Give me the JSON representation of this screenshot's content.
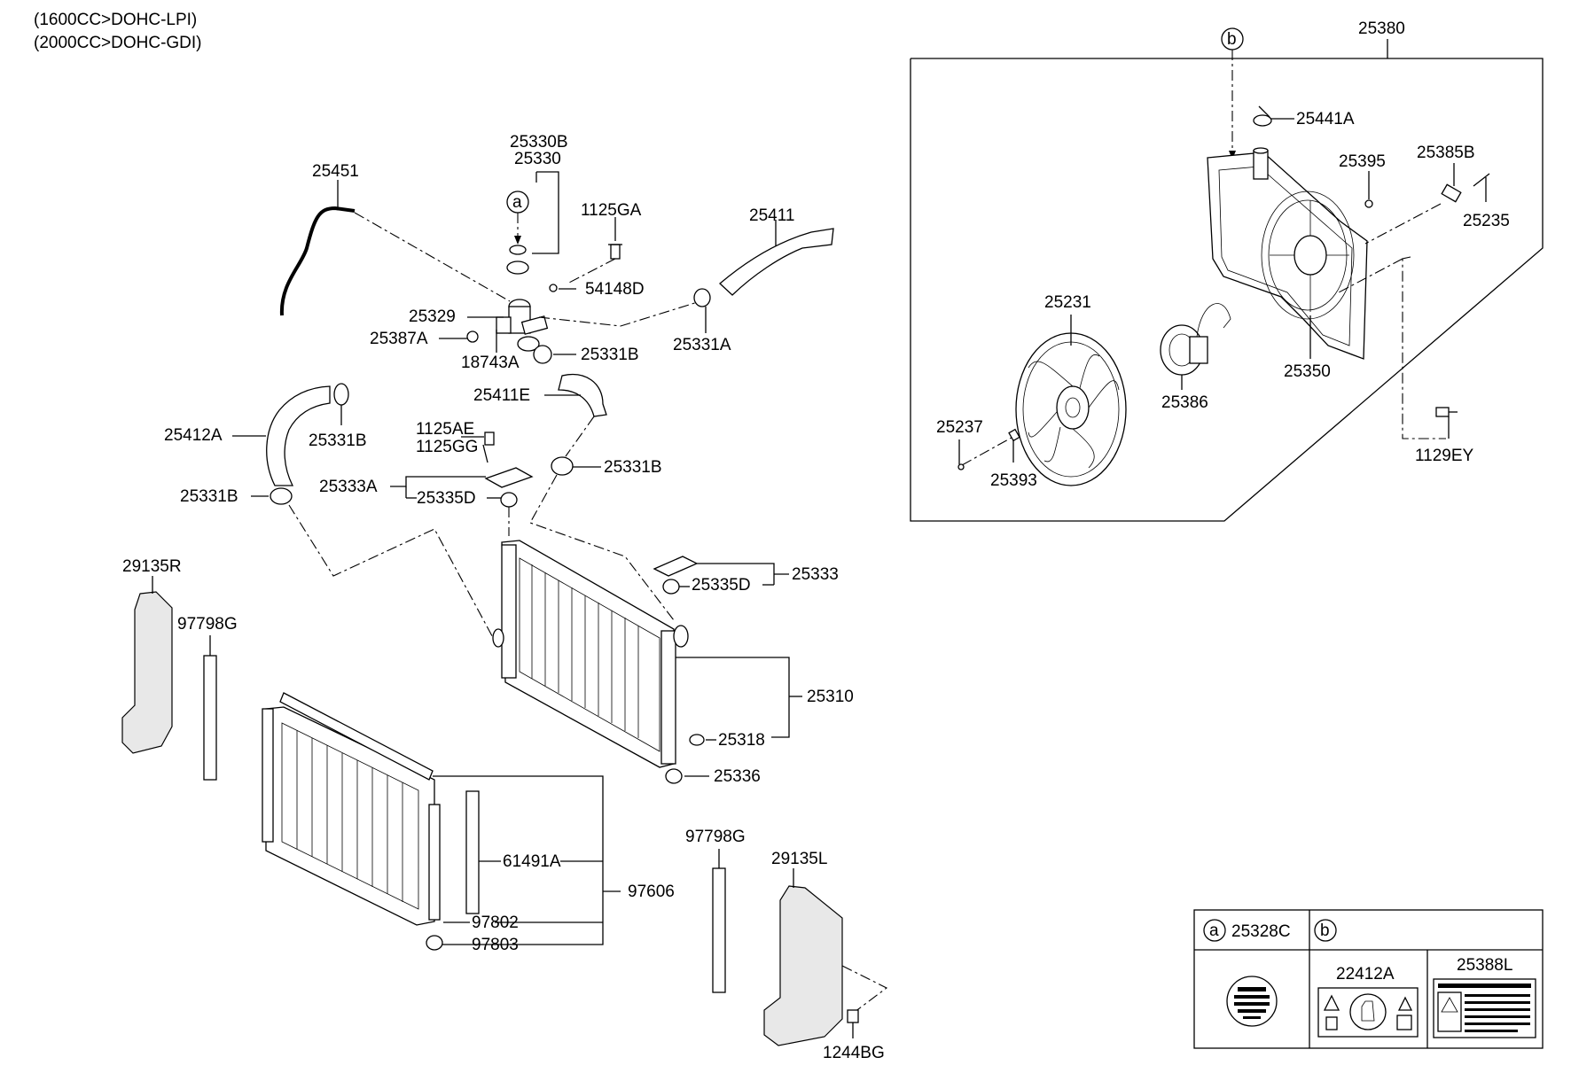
{
  "header": {
    "line1": "(1600CC>DOHC-LPI)",
    "line2": "(2000CC>DOHC-GDI)"
  },
  "labels": {
    "p25380": "25380",
    "p25441A": "25441A",
    "p25395": "25395",
    "p25385B": "25385B",
    "p25235": "25235",
    "p25231": "25231",
    "p25350": "25350",
    "p25386": "25386",
    "p25237": "25237",
    "p25393": "25393",
    "p1129EY": "1129EY",
    "p25330B": "25330B",
    "p25330": "25330",
    "p25451": "25451",
    "p1125GA": "1125GA",
    "p25411": "25411",
    "p54148D": "54148D",
    "p25329": "25329",
    "p25387A": "25387A",
    "p18743A": "18743A",
    "p25331B_a": "25331B",
    "p25331A": "25331A",
    "p25411E": "25411E",
    "p25412A": "25412A",
    "p25331B_b": "25331B",
    "p1125AE": "1125AE",
    "p1125GG": "1125GG",
    "p25331B_c": "25331B",
    "p25333A": "25333A",
    "p25335D_a": "25335D",
    "p25331B_d": "25331B",
    "p29135R": "29135R",
    "p97798G_a": "97798G",
    "p25333": "25333",
    "p25335D_b": "25335D",
    "p25310": "25310",
    "p25318": "25318",
    "p25336": "25336",
    "p61491A": "61491A",
    "p97606": "97606",
    "p97802": "97802",
    "p97803": "97803",
    "p97798G_b": "97798G",
    "p29135L": "29135L",
    "p1244BG": "1244BG"
  },
  "callouts": {
    "a": "a",
    "b": "b"
  },
  "legend": {
    "a_letter": "a",
    "a_part": "25328C",
    "b_letter": "b",
    "b_part1": "22412A",
    "b_part2": "25388L"
  }
}
